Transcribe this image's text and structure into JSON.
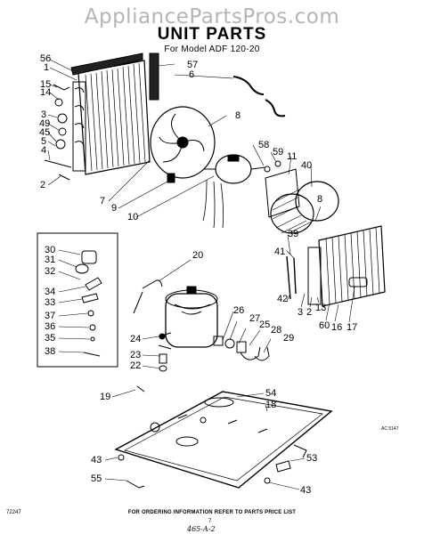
{
  "watermark": "AppliancePartsPros.com",
  "title": "UNIT PARTS",
  "subtitle": "For Model ADF 120-20",
  "figure_code": "AC 5147",
  "footer_note": "FOR ORDERING INFORMATION REFER TO PARTS PRICE LIST",
  "doc_code": "72247",
  "page_number": "7",
  "handwritten_note": "465-A-2",
  "callouts": [
    {
      "id": "c56",
      "label": "56"
    },
    {
      "id": "c1",
      "label": "1"
    },
    {
      "id": "c15",
      "label": "15"
    },
    {
      "id": "c14",
      "label": "14"
    },
    {
      "id": "c3",
      "label": "3"
    },
    {
      "id": "c49",
      "label": "49"
    },
    {
      "id": "c45",
      "label": "45"
    },
    {
      "id": "c5",
      "label": "5"
    },
    {
      "id": "c4",
      "label": "4"
    },
    {
      "id": "c2a",
      "label": "2"
    },
    {
      "id": "c57",
      "label": "57"
    },
    {
      "id": "c6",
      "label": "6"
    },
    {
      "id": "c8a",
      "label": "8"
    },
    {
      "id": "c7",
      "label": "7"
    },
    {
      "id": "c9",
      "label": "9"
    },
    {
      "id": "c10",
      "label": "10"
    },
    {
      "id": "c58",
      "label": "58"
    },
    {
      "id": "c59",
      "label": "59"
    },
    {
      "id": "c11",
      "label": "11"
    },
    {
      "id": "c40",
      "label": "40"
    },
    {
      "id": "c8b",
      "label": "8"
    },
    {
      "id": "c30",
      "label": "30"
    },
    {
      "id": "c31",
      "label": "31"
    },
    {
      "id": "c32",
      "label": "32"
    },
    {
      "id": "c34",
      "label": "34"
    },
    {
      "id": "c33",
      "label": "33"
    },
    {
      "id": "c37",
      "label": "37"
    },
    {
      "id": "c36",
      "label": "36"
    },
    {
      "id": "c35",
      "label": "35"
    },
    {
      "id": "c38",
      "label": "38"
    },
    {
      "id": "c20",
      "label": "20"
    },
    {
      "id": "c26",
      "label": "26"
    },
    {
      "id": "c27",
      "label": "27"
    },
    {
      "id": "c25",
      "label": "25"
    },
    {
      "id": "c28",
      "label": "28"
    },
    {
      "id": "c29",
      "label": "29"
    },
    {
      "id": "c24",
      "label": "24"
    },
    {
      "id": "c23",
      "label": "23"
    },
    {
      "id": "c22",
      "label": "22"
    },
    {
      "id": "c39",
      "label": "39"
    },
    {
      "id": "c41",
      "label": "41"
    },
    {
      "id": "c42",
      "label": "42"
    },
    {
      "id": "c3b",
      "label": "3"
    },
    {
      "id": "c2b",
      "label": "2"
    },
    {
      "id": "c13",
      "label": "13"
    },
    {
      "id": "c60",
      "label": "60"
    },
    {
      "id": "c16",
      "label": "16"
    },
    {
      "id": "c17",
      "label": "17"
    },
    {
      "id": "c54",
      "label": "54"
    },
    {
      "id": "c18",
      "label": "18"
    },
    {
      "id": "c19",
      "label": "19"
    },
    {
      "id": "c43a",
      "label": "43"
    },
    {
      "id": "c55",
      "label": "55"
    },
    {
      "id": "c53",
      "label": "53"
    },
    {
      "id": "c43b",
      "label": "43"
    }
  ]
}
